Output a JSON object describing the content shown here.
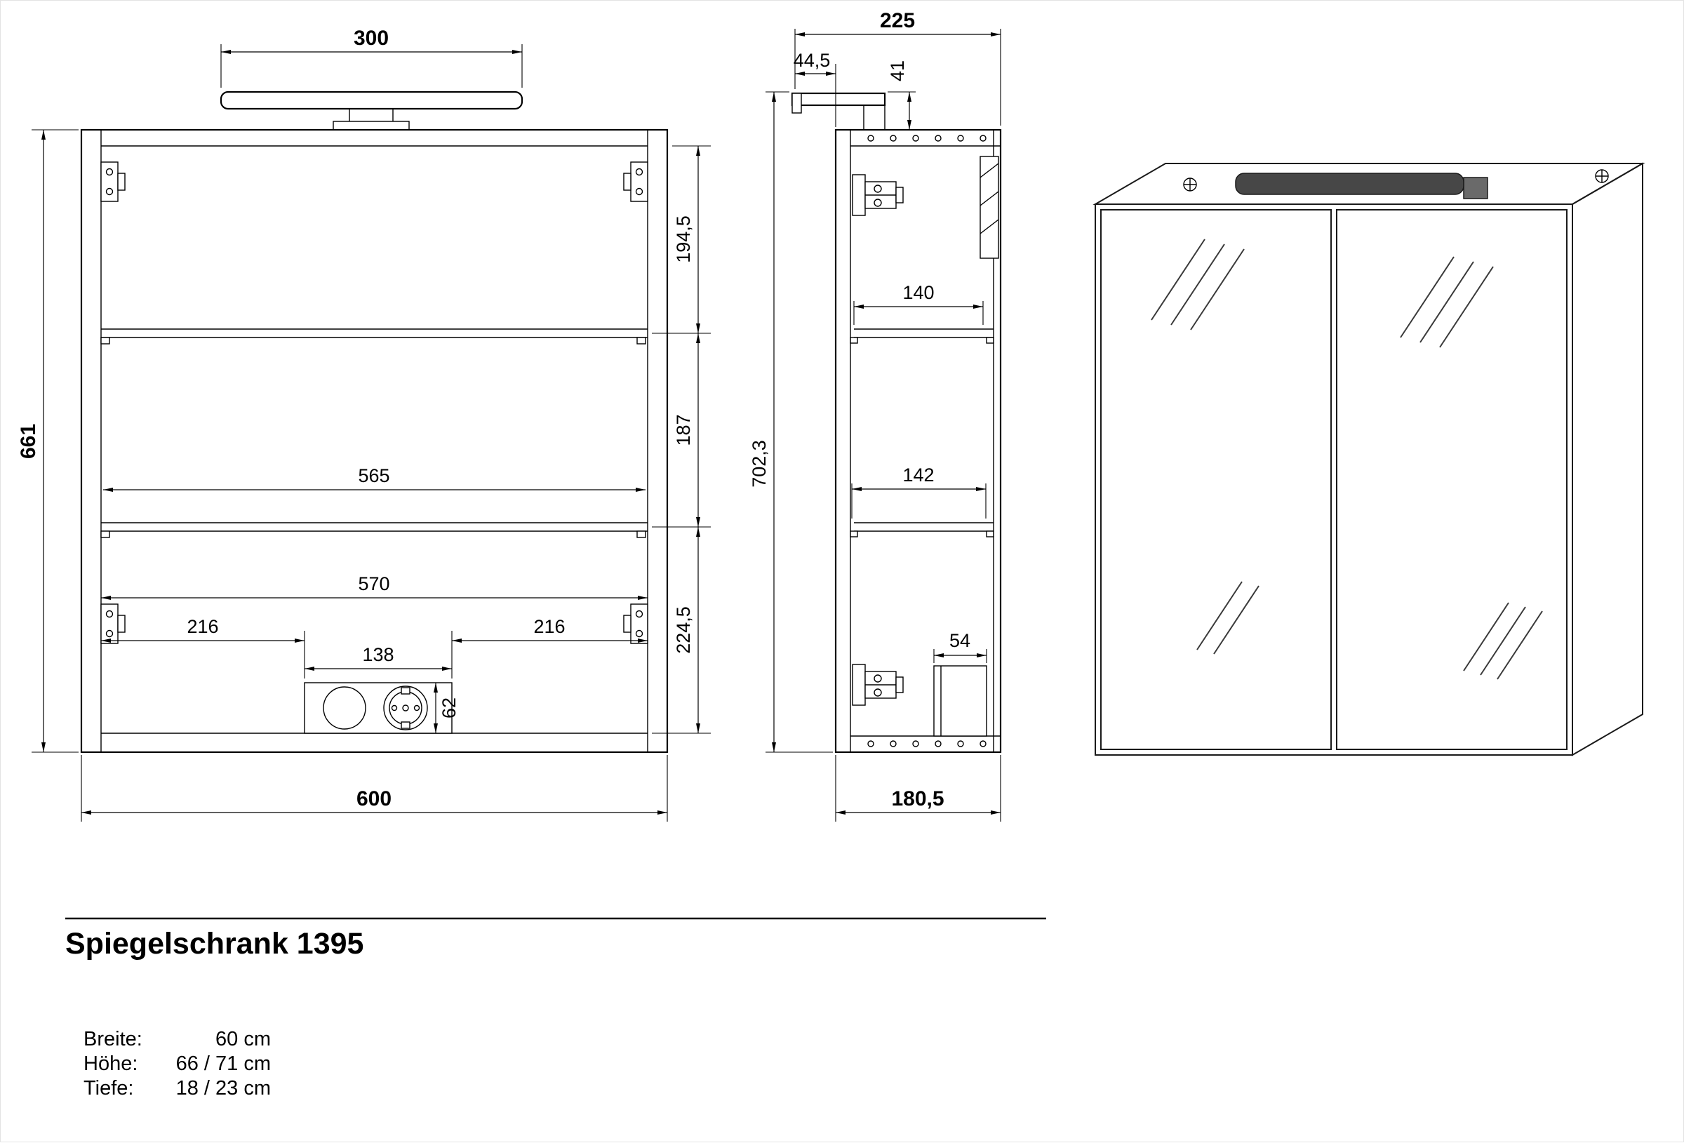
{
  "title_block": {
    "title": "Spiegelschrank 1395",
    "specs": [
      {
        "label": "Breite:",
        "value": "60 cm"
      },
      {
        "label": "Höhe:",
        "value": "66 / 71 cm"
      },
      {
        "label": "Tiefe:",
        "value": "18 / 23 cm"
      }
    ]
  },
  "front_view": {
    "dim_lamp_width": "300",
    "dim_height": "661",
    "dim_top_section": "194,5",
    "dim_mid_section": "187",
    "dim_bottom_section": "224,5",
    "dim_shelf_width": "565",
    "dim_inner_width": "570",
    "dim_left_offset": "216",
    "dim_socket_width": "138",
    "dim_right_offset": "216",
    "dim_socket_height": "62",
    "dim_total_width": "600"
  },
  "side_view": {
    "dim_total_depth": "225",
    "dim_lamp_overhang": "44,5",
    "dim_lamp_height": "41",
    "dim_shelf_depth_upper": "140",
    "dim_shelf_depth_lower": "142",
    "dim_total_height": "702,3",
    "dim_niche_width": "54",
    "dim_cabinet_depth": "180,5"
  },
  "colors": {
    "line": "#000000",
    "lamp_iso": "#474747",
    "mirror_face": "#fcfcfc"
  }
}
